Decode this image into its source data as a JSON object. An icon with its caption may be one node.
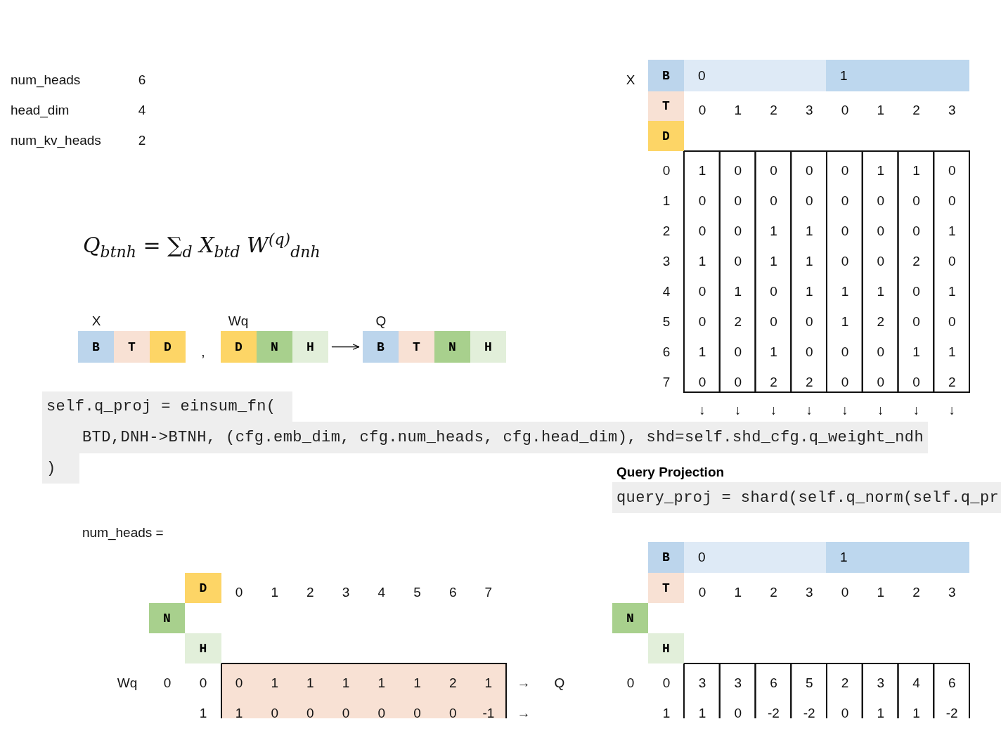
{
  "diagram": {
    "nodes": [
      {
        "text": [
          "B"
        ]
      },
      {
        "text": [
          "0"
        ]
      },
      {
        "text": [
          "1"
        ]
      },
      {
        "text": [
          "T"
        ]
      },
      {
        "text": [
          "D"
        ]
      },
      {
        "text": [
          "B"
        ]
      },
      {
        "text": [
          "T"
        ]
      },
      {
        "text": [
          "D"
        ]
      },
      {
        "text": [
          "D"
        ]
      },
      {
        "text": [
          "N"
        ]
      },
      {
        "text": [
          "H"
        ]
      },
      {
        "text": [
          "B"
        ]
      },
      {
        "text": [
          "T"
        ]
      },
      {
        "text": [
          "N"
        ]
      },
      {
        "text": [
          "H"
        ]
      },
      {
        "text": [
          "Query Projection",
          "query_proj = shard(self.q_norm(self.q_pr"
        ]
      },
      {
        "text": [
          "D"
        ]
      },
      {
        "text": [
          "N"
        ]
      },
      {
        "text": [
          "H"
        ]
      },
      {
        "text": [
          "B"
        ]
      },
      {
        "text": [
          "0"
        ]
      },
      {
        "text": [
          "1"
        ]
      },
      {
        "text": [
          "T"
        ]
      },
      {
        "text": [
          "N"
        ]
      },
      {
        "text": [
          "H"
        ]
      }
    ],
    "edges": [
      {
        "from": 10,
        "to": 11,
        "arrow": "to"
      }
    ],
    "labels": [
      "num_heads",
      "6",
      "head_dim",
      "4",
      "num_kv_heads",
      "2",
      "X",
      "0",
      "1",
      "2",
      "3",
      "0",
      "1",
      "2",
      "3",
      "0",
      "1",
      "0",
      "0",
      "0",
      "0",
      "1",
      "1",
      "0",
      "1",
      "0",
      "0",
      "0",
      "0",
      "0",
      "0",
      "0",
      "0",
      "2",
      "0",
      "0",
      "1",
      "1",
      "0",
      "0",
      "0",
      "1",
      "3",
      "1",
      "0",
      "1",
      "1",
      "0",
      "0",
      "2",
      "0",
      "4",
      "0",
      "1",
      "0",
      "1",
      "1",
      "1",
      "0",
      "1",
      "5",
      "0",
      "2",
      "0",
      "0",
      "1",
      "2",
      "0",
      "0",
      "6",
      "1",
      "0",
      "1",
      "0",
      "0",
      "0",
      "1",
      "1",
      "7",
      "0",
      "0",
      "2",
      "2",
      "0",
      "0",
      "0",
      "2",
      "↓",
      "↓",
      "↓",
      "↓",
      "↓",
      "↓",
      "↓",
      "↓",
      "Q$_{btnh}$ = ∑$_{d}$ X$_{btd}$ W$^{(q)}$$_{dnh}$",
      "X",
      "Wq",
      "Q",
      ",",
      "self.q_proj = einsum_fn(",
      "BTD,DNH->BTNH, (cfg.emb_dim, cfg.num_heads, cfg.head_dim), shd=self.shd_cfg.q_weight_ndh",
      ")",
      "num_heads =",
      "0",
      "1",
      "2",
      "3",
      "4",
      "5",
      "6",
      "7",
      "Wq",
      "0",
      "0",
      "0",
      "1",
      "1",
      "1",
      "1",
      "1",
      "2",
      "1",
      "→",
      "Q",
      "1",
      "1",
      "0",
      "0",
      "0",
      "0",
      "0",
      "0",
      "-1",
      "→",
      "0",
      "1",
      "2",
      "3",
      "0",
      "1",
      "2",
      "3",
      "0",
      "0",
      "3",
      "3",
      "6",
      "5",
      "2",
      "3",
      "4",
      "6",
      "1",
      "1",
      "0",
      "-2",
      "-2",
      "0",
      "1",
      "1",
      "-2"
    ]
  }
}
